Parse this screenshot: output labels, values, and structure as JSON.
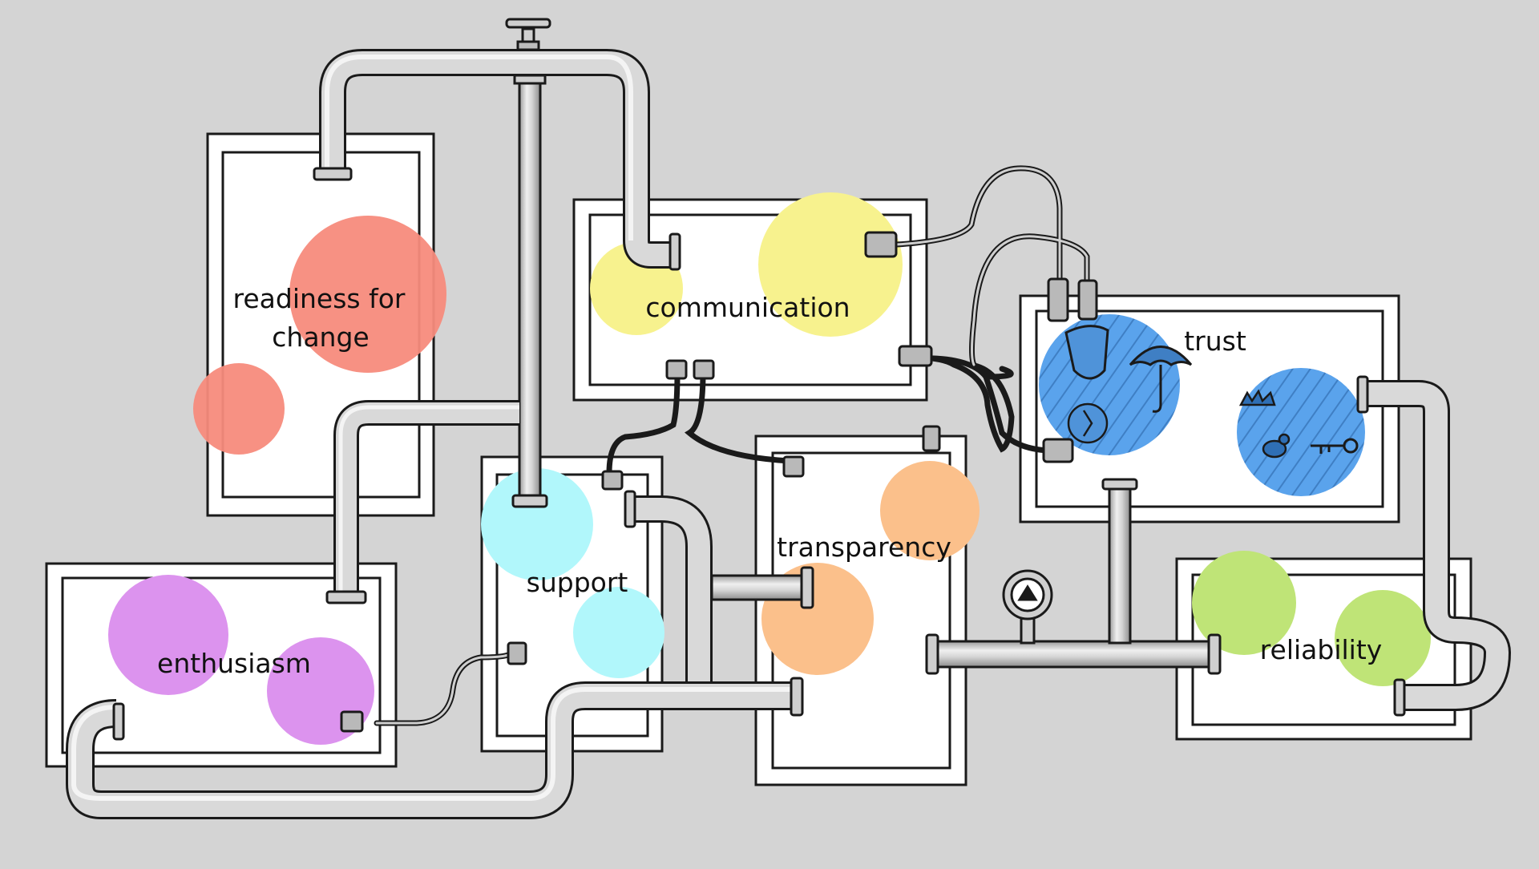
{
  "labels": {
    "readiness": [
      "readiness for",
      "change"
    ],
    "communication": "communication",
    "trust": "trust",
    "enthusiasm": "enthusiasm",
    "support": "support",
    "transparency": "transparency",
    "reliability": "reliability"
  },
  "colors": {
    "background": "#d4d4d4",
    "panel": "#ffffff",
    "outline": "#1a1a1a",
    "pipe": "#c9c9c9",
    "readiness": "#f78b7c",
    "communication": "#f7f28e",
    "trust": "#5aa3ec",
    "enthusiasm": "#dc93ee",
    "support": "#b1f7fb",
    "transparency": "#fbc08b",
    "reliability": "#bfe477"
  },
  "icons": [
    "pipe-network",
    "valve-icon",
    "pressure-gauge-icon",
    "umbrella-icon",
    "shield-icon",
    "compass-icon",
    "key-icon",
    "bird-icon",
    "cable-connector-icon"
  ]
}
